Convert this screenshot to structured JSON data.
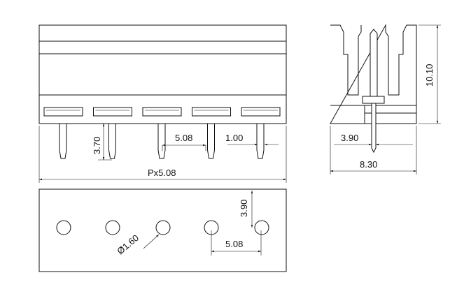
{
  "dimensions": {
    "pin_length": "3.70",
    "pitch_front": "5.08",
    "pin_width": "1.00",
    "overall_length": "Px5.08",
    "height": "10.10",
    "side_offset": "3.90",
    "depth": "8.30",
    "hole_diameter": "Ø1.60",
    "hole_offset": "3.90",
    "pitch_bottom": "5.08"
  },
  "views": {
    "front": {
      "pin_count": 5
    },
    "bottom": {
      "hole_count": 5
    }
  }
}
